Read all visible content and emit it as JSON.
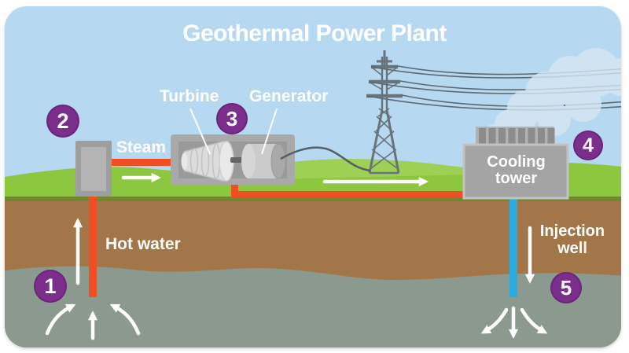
{
  "title": "Geothermal Power Plant",
  "labels": {
    "steam": "Steam",
    "turbine": "Turbine",
    "generator": "Generator",
    "hot_water": "Hot water",
    "cooling_tower": "Cooling tower",
    "injection_well": "Injection well"
  },
  "markers": [
    {
      "number": "1"
    },
    {
      "number": "2"
    },
    {
      "number": "3"
    },
    {
      "number": "4"
    },
    {
      "number": "5"
    }
  ],
  "colors": {
    "sky": "#b6d8f0",
    "grass": "#8dc63f",
    "grass_light": "#a0d158",
    "soil": "#a3764a",
    "rock": "#8c998e",
    "hot_pipe": "#f04f26",
    "cold_pipe": "#2caae2",
    "marker_purple": "#7c2e8c",
    "structure_gray": "#a4a4a4",
    "label_text": "#ffffff"
  }
}
